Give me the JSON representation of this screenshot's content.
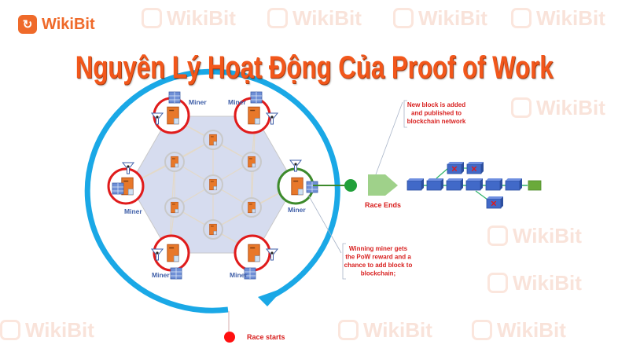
{
  "brand": {
    "name": "WikiBit",
    "watermark": "WikiBit"
  },
  "title": "Nguyên Lý Hoạt Động Của Proof of Work",
  "diagram": {
    "miner_label": "Miner",
    "notes": {
      "new_block": [
        "New block is added",
        "and published to",
        "blockchain network"
      ],
      "winning": [
        "Winning miner gets",
        "the PoW reward and a",
        "chance to add block to",
        "blockchain;"
      ],
      "race_ends": "Race Ends",
      "race_starts": "Race starts"
    },
    "colors": {
      "ring": "#1aa8e6",
      "loser": "#e01b1b",
      "winner": "#3d8a2b",
      "block": "#4169c8",
      "new_block": "#6aaa3a",
      "label_red": "#d8201f",
      "miner_blue": "#3f5fa8"
    }
  }
}
